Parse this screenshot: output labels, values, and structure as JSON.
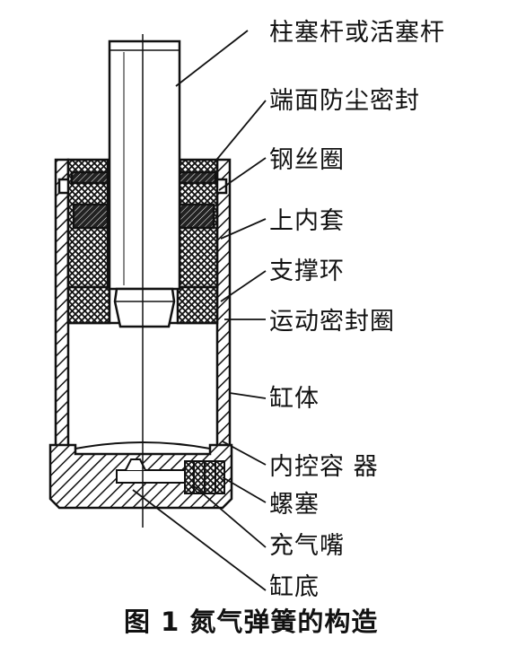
{
  "labels": {
    "piston_rod": "柱塞杆或活塞杆",
    "end_dust_seal": "端面防尘密封",
    "wire_ring": "钢丝圈",
    "upper_inner_sleeve": "上内套",
    "support_ring": "支撑环",
    "motion_seal_ring": "运动密封圈",
    "cylinder_body": "缸体",
    "inner_control_vessel": "内控容 器",
    "screw_plug": "螺塞",
    "charging_nozzle": "充气嘴",
    "cylinder_bottom": "缸底"
  },
  "caption": "图 1 氮气弹簧的构造",
  "colors": {
    "ink": "#111111",
    "paper": "#ffffff"
  }
}
